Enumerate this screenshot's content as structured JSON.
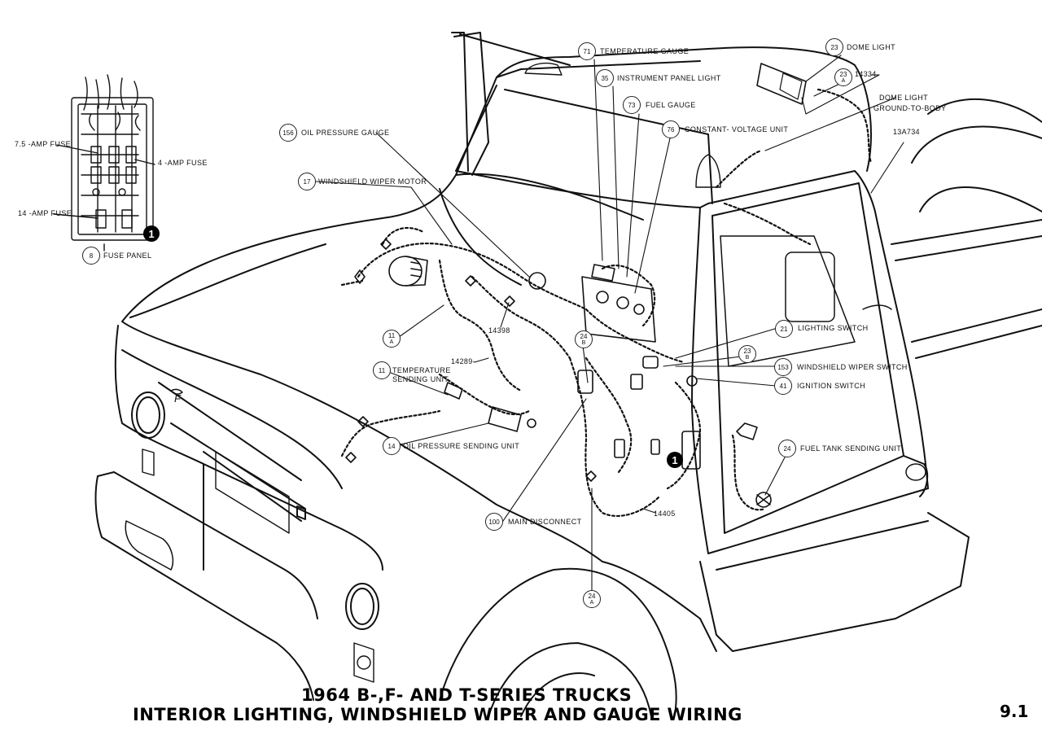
{
  "title": {
    "line1": "1964 B-,F- AND T-SERIES TRUCKS",
    "line2": "INTERIOR LIGHTING, WINDSHIELD WIPER  AND GAUGE WIRING",
    "page_number": "9.1"
  },
  "fuse_panel": {
    "fuse_7_5": "7.5 -AMP FUSE",
    "fuse_4": "4 -AMP FUSE",
    "fuse_14": "14 -AMP FUSE",
    "callout": "8",
    "label": "FUSE PANEL",
    "bullet": "1"
  },
  "callouts": [
    {
      "num": "71",
      "sub": "",
      "label": "TEMPERATURE GAUGE"
    },
    {
      "num": "35",
      "sub": "",
      "label": "INSTRUMENT PANEL LIGHT"
    },
    {
      "num": "73",
      "sub": "",
      "label": "FUEL GAUGE"
    },
    {
      "num": "76",
      "sub": "",
      "label": "CONSTANT- VOLTAGE UNIT"
    },
    {
      "num": "156",
      "sub": "",
      "label": "OIL PRESSURE GAUGE"
    },
    {
      "num": "17",
      "sub": "",
      "label": "WINDSHIELD WIPER MOTOR"
    },
    {
      "num": "23",
      "sub": "",
      "label": "DOME LIGHT"
    },
    {
      "num": "23",
      "sub": "A",
      "label": ""
    },
    {
      "num": "21",
      "sub": "",
      "label": "LIGHTING SWITCH"
    },
    {
      "num": "23",
      "sub": "B",
      "label": ""
    },
    {
      "num": "153",
      "sub": "",
      "label": "WINDSHIELD WIPER SWITCH"
    },
    {
      "num": "41",
      "sub": "",
      "label": "IGNITION SWITCH"
    },
    {
      "num": "24",
      "sub": "",
      "label": "FUEL TANK SENDING UNIT"
    },
    {
      "num": "11",
      "sub": "A",
      "label": ""
    },
    {
      "num": "11",
      "sub": "",
      "label": "TEMPERATURE SENDING UNIT"
    },
    {
      "num": "14",
      "sub": "",
      "label": "OIL PRESSURE SENDING UNIT"
    },
    {
      "num": "100",
      "sub": "",
      "label": "MAIN DISCONNECT"
    },
    {
      "num": "24",
      "sub": "B",
      "label": ""
    },
    {
      "num": "24",
      "sub": "A",
      "label": ""
    }
  ],
  "dome_ground_label": {
    "line1": "DOME LIGHT",
    "line2": "GROUND-TO-BODY"
  },
  "temp_sending_lines": {
    "line1": "TEMPERATURE",
    "line2": "SENDING UNIT"
  },
  "part_numbers": {
    "p14334": "14334",
    "p13A734": "13A734",
    "p14289": "14289-",
    "p14398": "14398",
    "p14405": "14405"
  },
  "dash_bullet": "1",
  "hood_emblem": "F"
}
